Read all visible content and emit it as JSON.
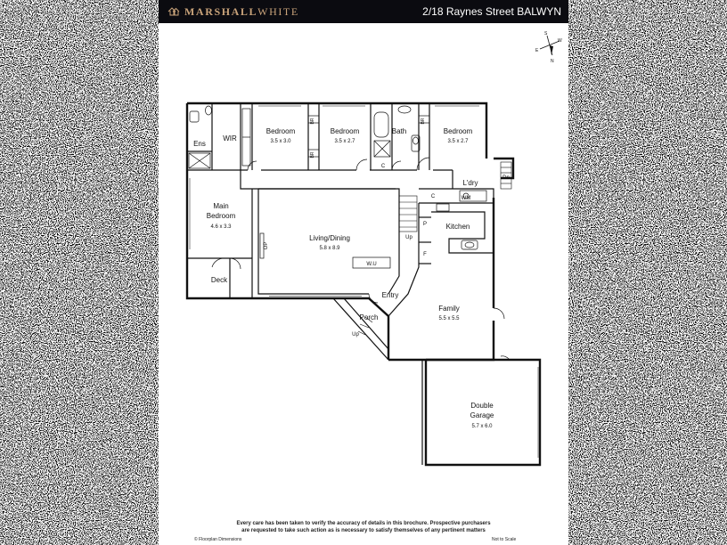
{
  "header": {
    "brand_primary": "MARSHALL",
    "brand_secondary": "WHITE",
    "address": "2/18 Raynes Street BALWYN"
  },
  "compass": {
    "north": "N",
    "south": "S",
    "east": "E",
    "west": "W"
  },
  "rooms": {
    "ens": "Ens",
    "wir": "WIR",
    "bed1_name": "Bedroom",
    "bed1_dim": "3.5 x 3.0",
    "bed2_name": "Bedroom",
    "bed2_dim": "3.5 x 2.7",
    "bath": "Bath",
    "bed3_name": "Bedroom",
    "bed3_dim": "3.5 x 2.7",
    "main_bed_line1": "Main",
    "main_bed_line2": "Bedroom",
    "main_bed_dim": "4.6 x 3.3",
    "deck": "Deck",
    "living": "Living/Dining",
    "living_dim": "5.8 x 8.9",
    "op": "OP",
    "wu": "W.U",
    "laundry": "L'dry",
    "wm": "WM",
    "kitchen": "Kitchen",
    "entry": "Entry",
    "porch": "Porch",
    "family": "Family",
    "family_dim": "5.5 x 5.5",
    "garage_line1": "Double",
    "garage_line2": "Garage",
    "garage_dim": "5.7 x 6.0"
  },
  "fixtures": {
    "br": "BR",
    "cupboard": "C",
    "pantry": "P",
    "fridge": "F",
    "up": "Up",
    "down": "Dn"
  },
  "footer": {
    "disclaimer_line1": "Every care has been taken to verify the accuracy of details in this brochure. Prospective purchasers",
    "disclaimer_line2": "are requested to take such action as is necessary to satisfy themselves of any pertinent matters",
    "copyright": "© Floorplan Dimensions",
    "scale_note": "Not to Scale"
  },
  "colors": {
    "header_bg": "#0b0b10",
    "brand_gold": "#c9a37a",
    "wall": "#111111"
  }
}
